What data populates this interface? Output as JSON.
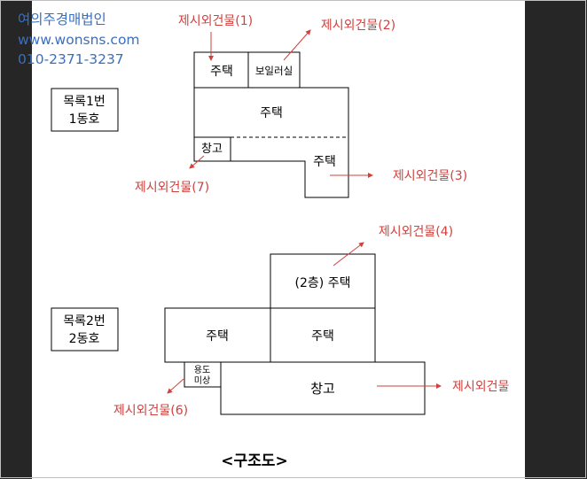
{
  "watermark": {
    "company": "여의주경매법인",
    "website": "www.wonsns.com",
    "phone": "010-2371-3237"
  },
  "colors": {
    "annotation": "#d0413e",
    "line": "#000000",
    "watermark": "#3a6fc0"
  },
  "listing1": {
    "label_line1": "목록1번",
    "label_line2": "1동호",
    "rooms": {
      "house_top": "주택",
      "boiler_room": "보일러실",
      "house_main": "주택",
      "storage": "창고",
      "house_lower": "주택"
    },
    "annotations": {
      "excluded_1": "제시외건물(1)",
      "excluded_2": "제시외건물(2)",
      "excluded_3": "제시외건물(3)",
      "excluded_7": "제시외건물(7)"
    }
  },
  "listing2": {
    "label_line1": "목록2번",
    "label_line2": "2동호",
    "rooms": {
      "house_2f": "(2층) 주택",
      "house_left": "주택",
      "house_right": "주택",
      "use_unknown_line1": "용도",
      "use_unknown_line2": "미상",
      "storage": "창고"
    },
    "annotations": {
      "excluded_4": "제시외건물(4)",
      "excluded_6": "제시외건물(6)",
      "excluded_right": "제시외건물"
    }
  },
  "caption": "<구조도>"
}
